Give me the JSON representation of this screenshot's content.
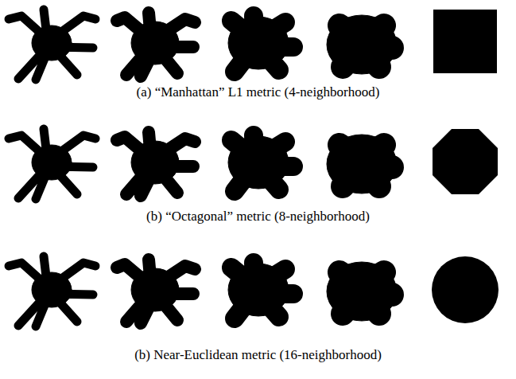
{
  "diagram": {
    "labels": [
      "(a) “Manhattan” L1 metric (4-neighborhood)",
      "(b) “Octagonal” metric (8-neighborhood)",
      "(b) Near-Euclidean metric (16-neighborhood)"
    ]
  }
}
